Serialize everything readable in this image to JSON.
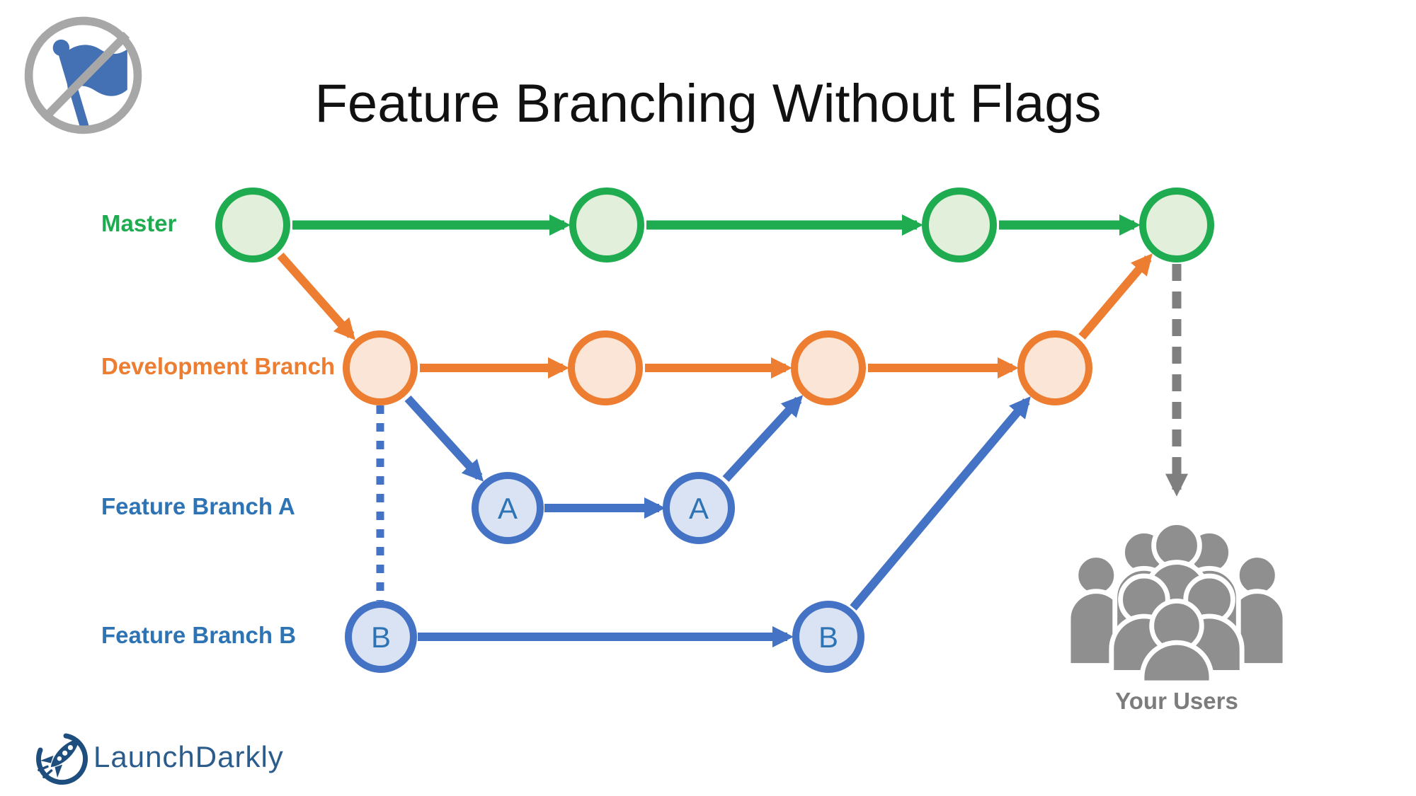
{
  "title": "Feature Branching Without Flags",
  "branches": {
    "master": {
      "label": "Master",
      "commits": 4,
      "color": "#1FAC50",
      "fill": "#E2EFDA"
    },
    "development": {
      "label": "Development Branch",
      "commits": 4,
      "color": "#ED7D31",
      "fill": "#FBE5D6"
    },
    "feature_a": {
      "label": "Feature Branch A",
      "nodes": [
        "A",
        "A"
      ],
      "color": "#4472C4",
      "fill": "#DAE3F3"
    },
    "feature_b": {
      "label": "Feature Branch B",
      "nodes": [
        "B",
        "B"
      ],
      "color": "#4472C4",
      "fill": "#DAE3F3"
    }
  },
  "edges": [
    "master-1 → master-2",
    "master-2 → master-3",
    "master-3 → master-4",
    "master-1 → development-1 (branch)",
    "development-1 → development-2",
    "development-2 → development-3",
    "development-3 → development-4",
    "development-4 → master-4 (merge)",
    "development-1 → feature-a-1 (branch)",
    "feature-a-1 → feature-a-2",
    "feature-a-2 → development-3 (merge)",
    "development-1 ⇢ feature-b-1 (branch, dotted)",
    "feature-b-1 → feature-b-2",
    "feature-b-2 → development-4 (merge)",
    "master-4 ⇢ your-users (deploy, dashed)"
  ],
  "users": {
    "label": "Your Users"
  },
  "logo": {
    "text": "LaunchDarkly"
  },
  "icons": {
    "no_flag": "flag inside prohibition circle (no feature flags)",
    "users_group": "crowd of user silhouettes",
    "logo_rocket": "rocket in circular swoosh"
  },
  "colors": {
    "master_green": "#1FAC50",
    "master_fill": "#E2EFDA",
    "development_orange": "#ED7D31",
    "development_fill": "#FBE5D6",
    "feature_blue": "#4472C4",
    "feature_fill": "#DAE3F3",
    "feature_text": "#2E74B5",
    "users_gray": "#8F8F8F",
    "release_arrow_gray": "#7F7F7F",
    "prohibition_gray": "#A7A7A7",
    "flag_blue": "#4471B3",
    "logo_navy": "#1D4E7D",
    "logo_text_blue": "#2B5C8C"
  }
}
